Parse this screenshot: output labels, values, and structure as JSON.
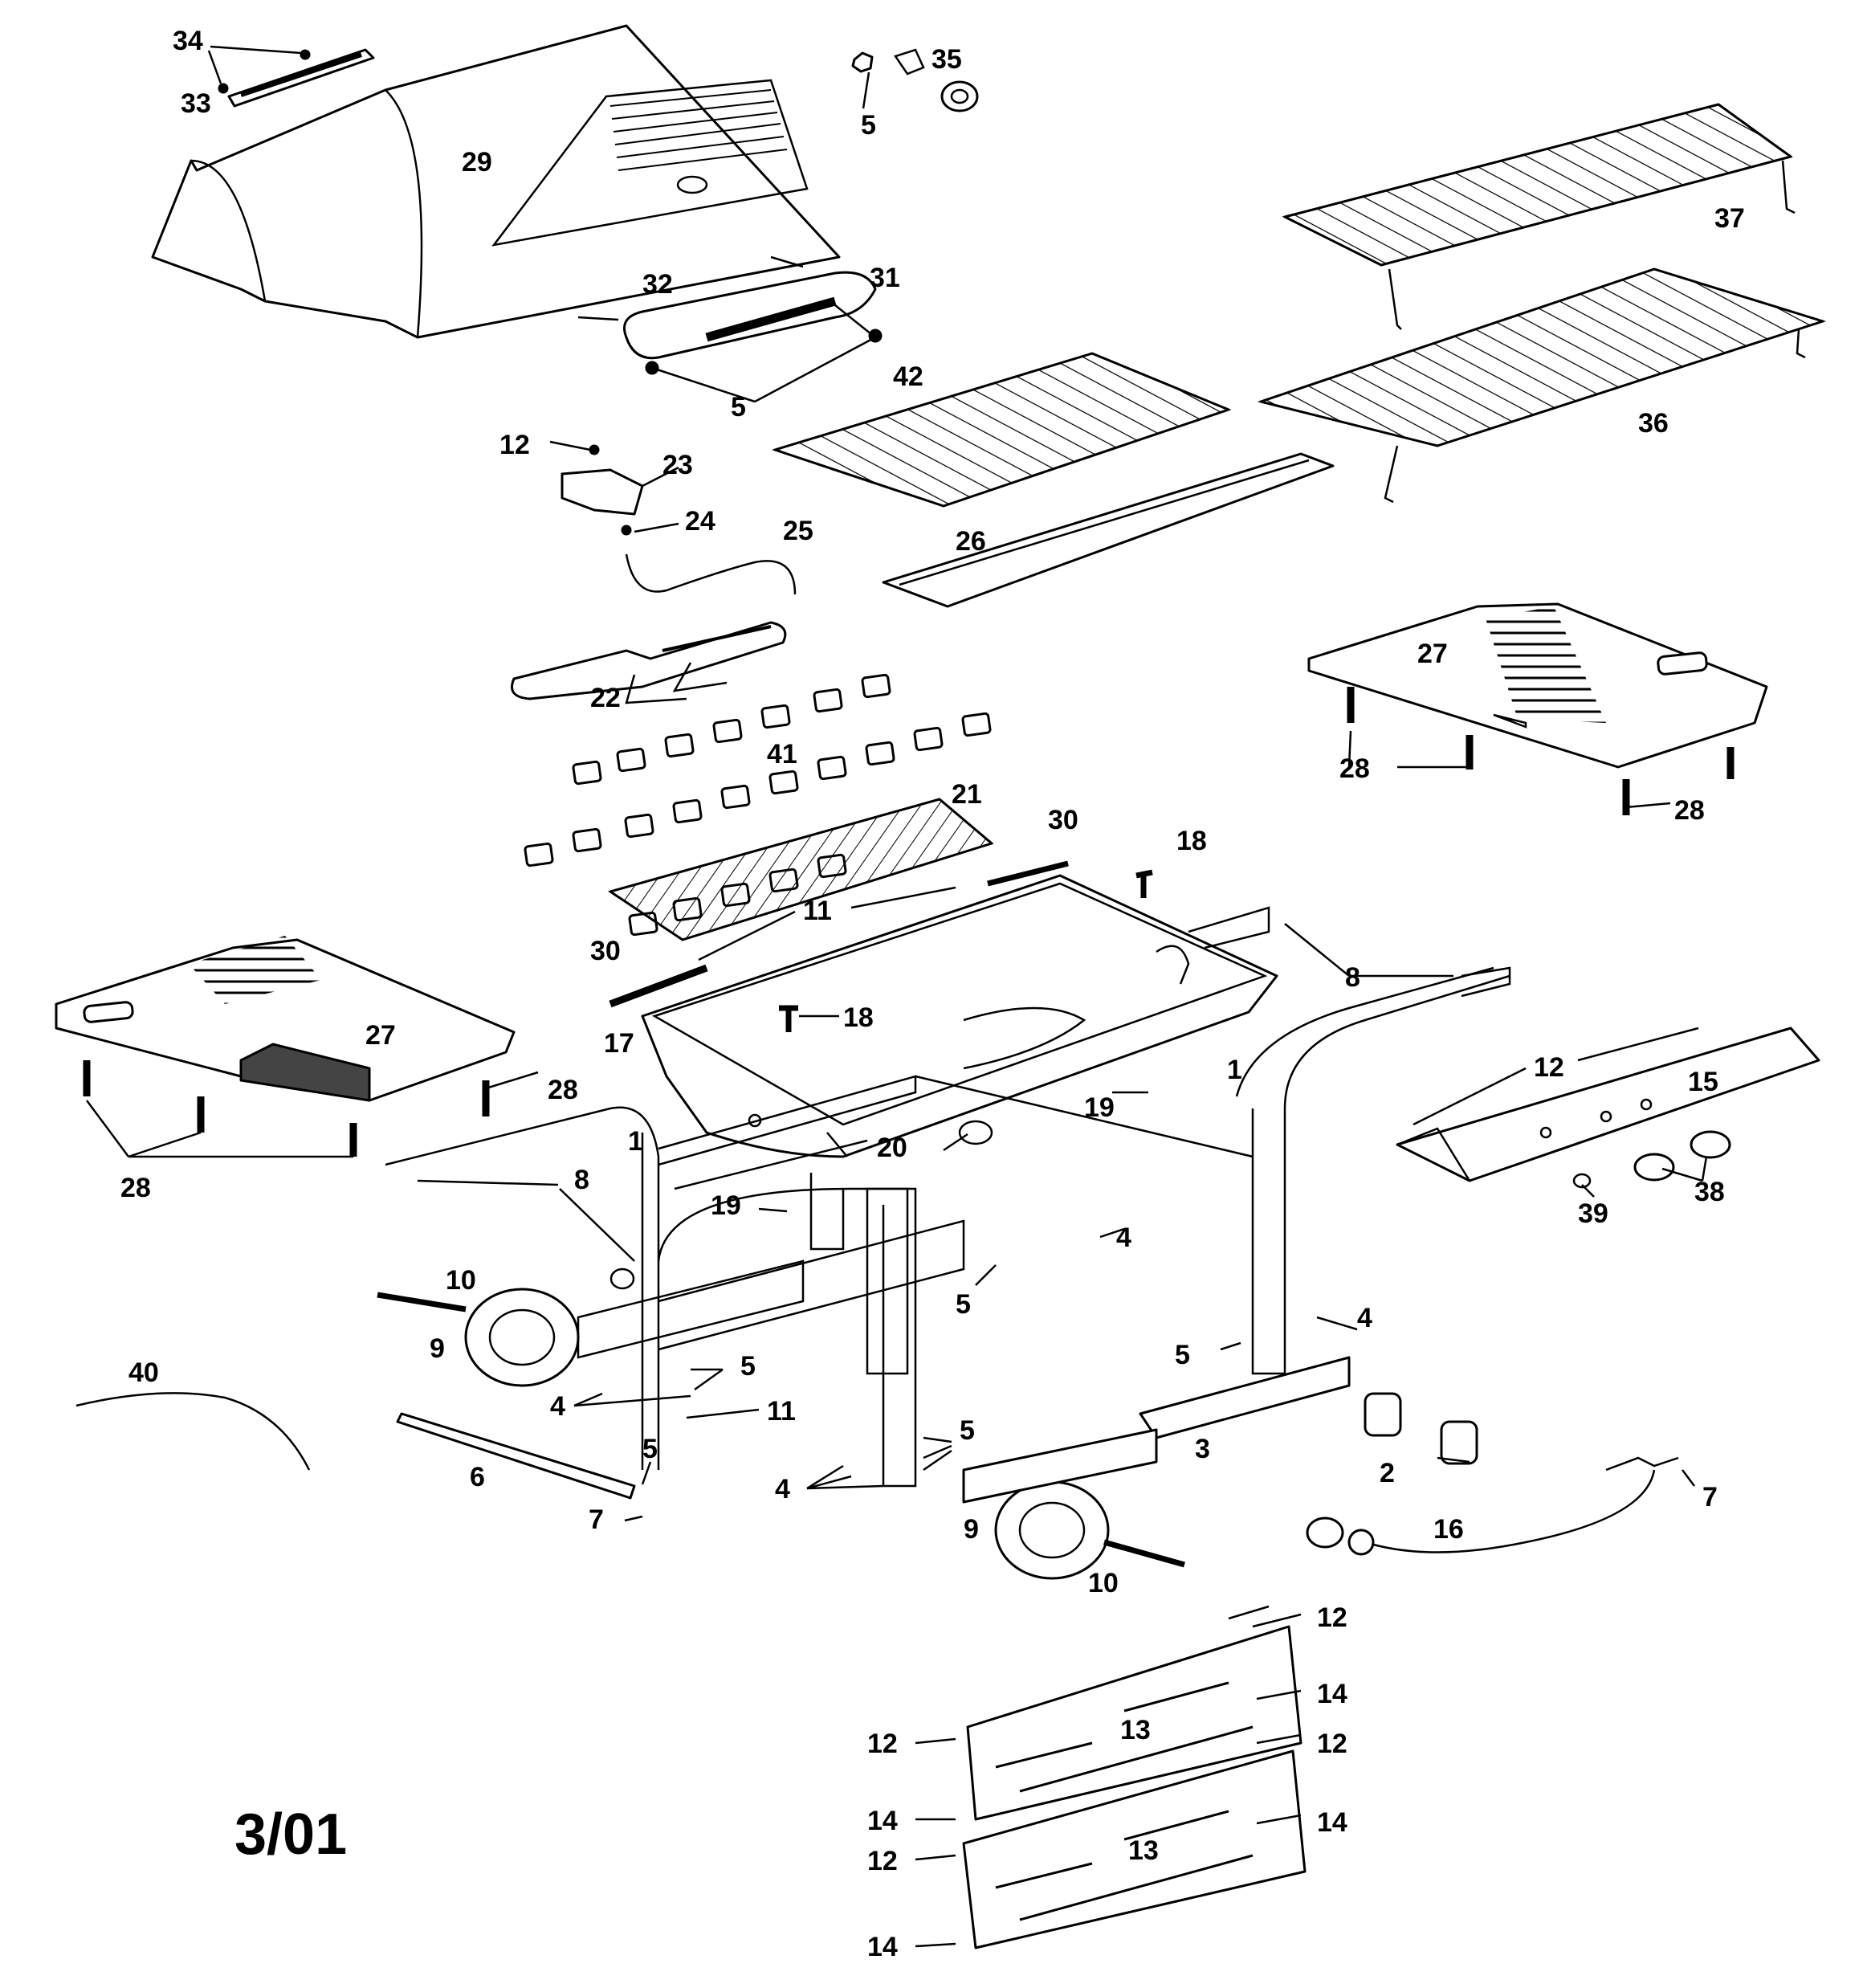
{
  "diagram": {
    "revision_label": "3/01",
    "callouts": {
      "c1": "1",
      "c2": "2",
      "c3": "3",
      "c4": "4",
      "c5": "5",
      "c6": "6",
      "c7": "7",
      "c8": "8",
      "c9": "9",
      "c10": "10",
      "c11": "11",
      "c12": "12",
      "c13": "13",
      "c14": "14",
      "c15": "15",
      "c16": "16",
      "c17": "17",
      "c18": "18",
      "c19": "19",
      "c20": "20",
      "c21": "21",
      "c22": "22",
      "c23": "23",
      "c24": "24",
      "c25": "25",
      "c26": "26",
      "c27": "27",
      "c28": "28",
      "c29": "29",
      "c30": "30",
      "c31": "31",
      "c32": "32",
      "c33": "33",
      "c34": "34",
      "c35": "35",
      "c36": "36",
      "c37": "37",
      "c38": "38",
      "c39": "39",
      "c40": "40",
      "c41": "41",
      "c42": "42"
    }
  }
}
